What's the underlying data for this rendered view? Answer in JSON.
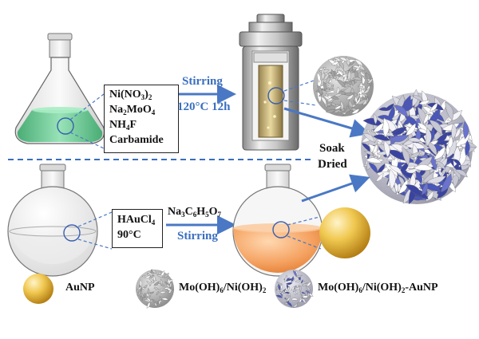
{
  "top_row": {
    "reagents": [
      {
        "main": "Ni(NO",
        "sub1": "3",
        "mid": ")",
        "sub2": "2"
      },
      {
        "main": "Na",
        "sub1": "2",
        "mid": "MoO",
        "sub2": "4"
      },
      {
        "main": "NH",
        "sub1": "4",
        "mid": "F",
        "sub2": ""
      },
      {
        "main": "Carbamide",
        "sub1": "",
        "mid": "",
        "sub2": ""
      }
    ],
    "arrow_label_top": "Stirring",
    "arrow_label_bottom": "120°C 12h"
  },
  "bottom_row": {
    "reagent_line1_main": "HAuCl",
    "reagent_line1_sub": "4",
    "reagent_line2": "90°C",
    "arrow_label_top_parts": [
      "Na",
      "3",
      "C",
      "6",
      "H",
      "5",
      "O",
      "7"
    ],
    "arrow_label_bottom": "Stirring"
  },
  "merge_labels": {
    "line1": "Soak",
    "line2": "Dried"
  },
  "legend": {
    "item1": "AuNP",
    "item2_parts": [
      "Mo(OH)",
      "6",
      "/Ni(OH)",
      "2",
      ""
    ],
    "item3_parts": [
      "Mo(OH)",
      "6",
      "/Ni(OH)",
      "2",
      "-AuNP"
    ]
  },
  "colors": {
    "arrow_blue": "#4a78c4",
    "green_solution": "#5cc48a",
    "orange_solution": "#f0a060",
    "gold": "#e0b040",
    "nanoflower_grey": "#b8b8b8",
    "nanoflower_blue": "#4a56b8"
  }
}
